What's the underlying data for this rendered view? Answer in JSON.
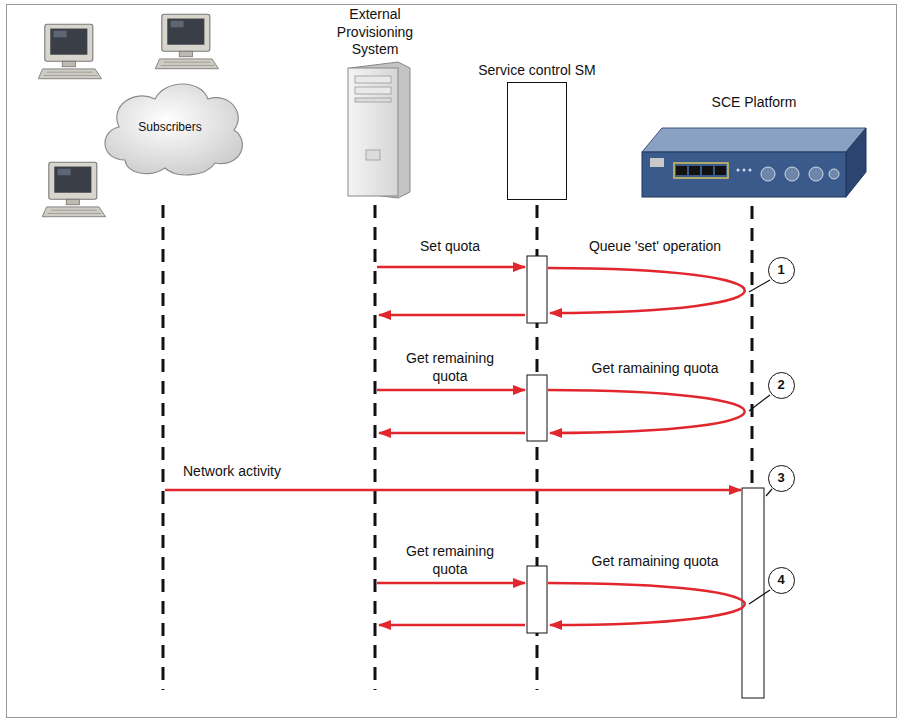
{
  "diagram": {
    "nodes": [
      {
        "text": [
          "Subscribers"
        ]
      },
      {
        "text": [
          "External Provisioning System"
        ]
      },
      {
        "text": [
          "Service control SM"
        ]
      },
      {
        "text": [
          "SCE Platform"
        ]
      },
      {
        "text": [
          "1"
        ]
      },
      {
        "text": [
          "2"
        ]
      },
      {
        "text": [
          "3"
        ]
      },
      {
        "text": [
          "4"
        ]
      }
    ],
    "labels": [
      "Set quota",
      "Queue 'set' operation",
      "Get remaining quota",
      "Get ramaining quota",
      "Network activity",
      "Get remaining quota",
      "Get ramaining quota"
    ]
  }
}
